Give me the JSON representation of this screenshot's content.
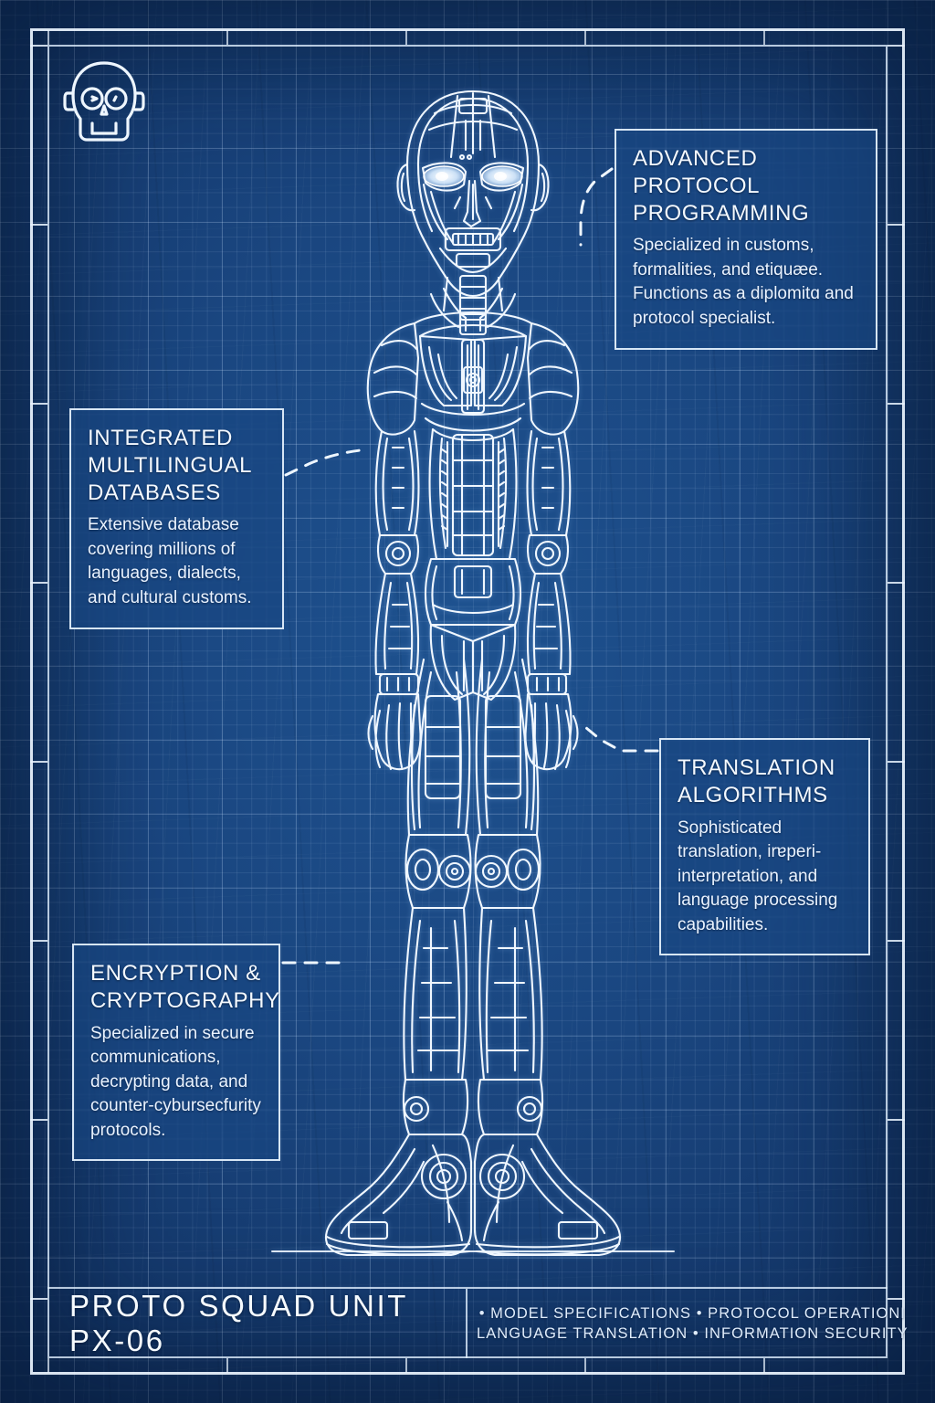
{
  "document": {
    "type": "blueprint-schematic",
    "subject": "humanoid protocol android front elevation"
  },
  "badge": {
    "icon": "robot-skull-icon"
  },
  "colors": {
    "background": "#1a4680",
    "grid_line": "#bed7f5",
    "ink": "#f2f8ff",
    "panel_fill": "#184783"
  },
  "callouts": [
    {
      "id": "protocol",
      "title": "ADVANCED PROTOCOL PROGRAMMING",
      "body": "Specialized in customs, formalities, and etiquæe. Functions as a diplomitɑ and protocol specialist."
    },
    {
      "id": "multilingual",
      "title": "INTEGRATED MULTILINGUAL DATABASES",
      "body": "Extensive database covering millions of languages, dialects, and cultural customs."
    },
    {
      "id": "translation",
      "title": "TRANSLATION ALGORITHMS",
      "body": "Sophisticated translation, irɐperi-interpretation, and language processing capabilities."
    },
    {
      "id": "encryption",
      "title": "ENCRYPTION & CRYPTOGRAPHY",
      "body": "Specialized in secure communications, decrypting data, and counter-cybursecfurity protocols."
    }
  ],
  "title_block": {
    "unit_designation": "PROTO SQUAD UNIT PX-06",
    "spec_line_1": "•  MODEL SPECIFICATIONS  •  PROTOCOL OPERATIONI",
    "spec_line_2": "LANGUAGE TRANSLATION  •  INFORMATION SECURITY"
  }
}
